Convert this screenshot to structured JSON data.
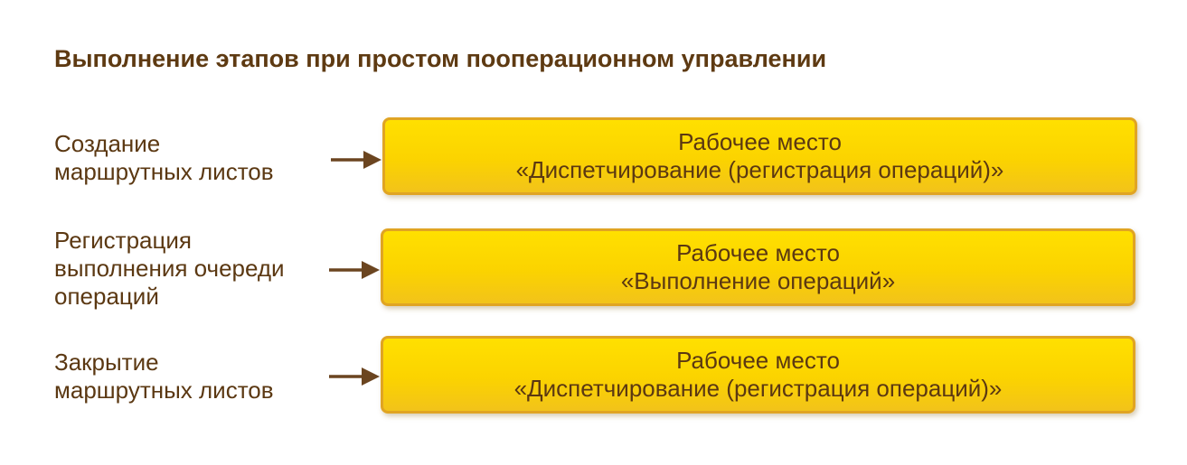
{
  "title": "Выполнение этапов при простом пооперационном управлении",
  "steps": [
    {
      "label_lines": [
        "Создание",
        "маршрутных листов"
      ],
      "box_lines": [
        "Рабочее место",
        "«Диспетчирование (регистрация операций)»"
      ]
    },
    {
      "label_lines": [
        "Регистрация",
        "выполнения очереди",
        "операций"
      ],
      "box_lines": [
        "Рабочее место",
        "«Выполнение операций»"
      ]
    },
    {
      "label_lines": [
        "Закрытие",
        "маршрутных листов"
      ],
      "box_lines": [
        "Рабочее место",
        "«Диспетчирование (регистрация операций)»"
      ]
    }
  ],
  "colors": {
    "text": "#5b3812",
    "title": "#5e3a12",
    "box_fill": "#fbd300",
    "box_border": "#e0a423",
    "arrow": "#6b4520"
  }
}
